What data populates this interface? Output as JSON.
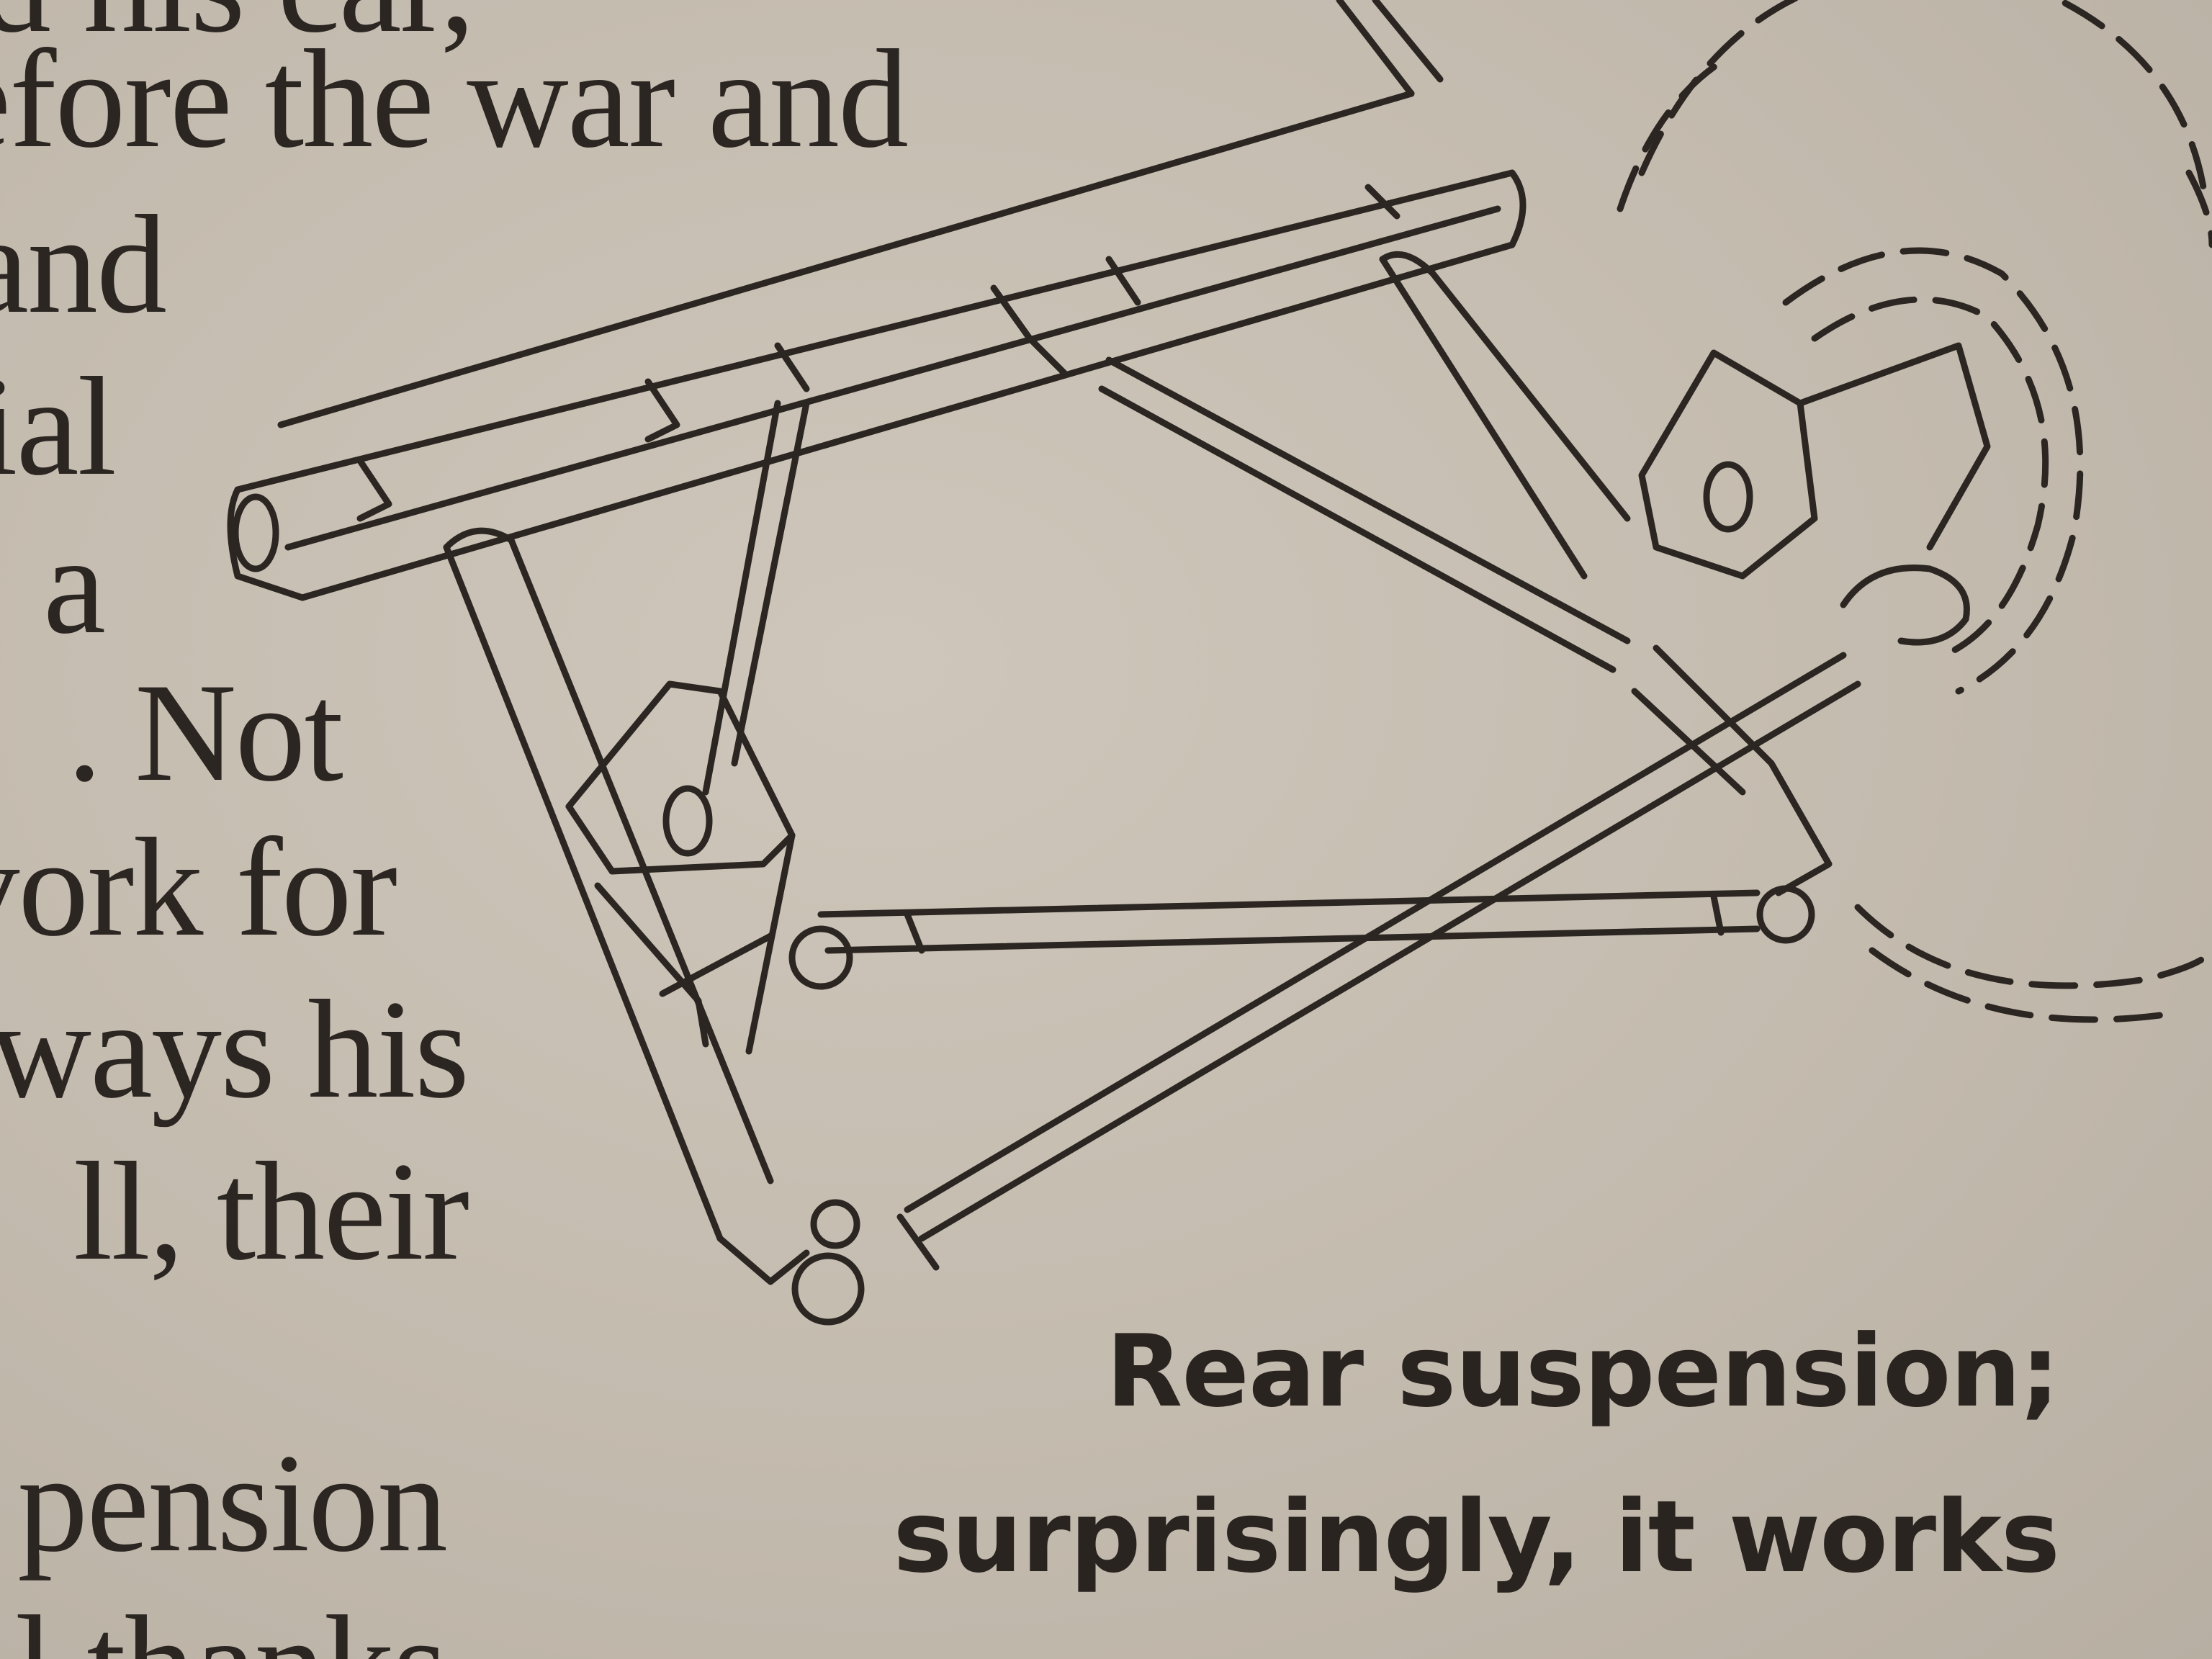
{
  "body_text": {
    "lines": [
      "rd his car,",
      "efore the war and",
      "and",
      "ial",
      "a",
      ". Not",
      "vork for",
      "ways his",
      "ll,  their",
      "",
      "pension",
      "l thanks"
    ]
  },
  "caption": {
    "line1": "Rear suspension;",
    "line2": "surprisingly, it works"
  },
  "colors": {
    "paper": "#c9c0b4",
    "ink": "#2b2622"
  }
}
